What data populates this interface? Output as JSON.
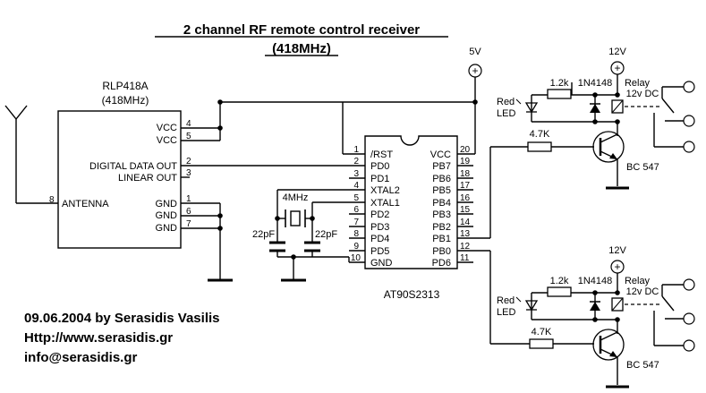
{
  "title": {
    "line1": "2 channel RF remote control receiver",
    "line2": "(418MHz)"
  },
  "module": {
    "name": "RLP418A",
    "freq": "(418MHz)",
    "pins": [
      {
        "num": "4",
        "label": "VCC"
      },
      {
        "num": "5",
        "label": "VCC"
      },
      {
        "num": "2",
        "label": "DIGITAL DATA OUT"
      },
      {
        "num": "3",
        "label": "LINEAR OUT"
      },
      {
        "num": "8",
        "label": "ANTENNA"
      },
      {
        "num": "1",
        "label": "GND"
      },
      {
        "num": "6",
        "label": "GND"
      },
      {
        "num": "7",
        "label": "GND"
      }
    ]
  },
  "mcu": {
    "name": "AT90S2313",
    "left_pins": [
      {
        "num": "1",
        "label": "/RST"
      },
      {
        "num": "2",
        "label": "PD0"
      },
      {
        "num": "3",
        "label": "PD1"
      },
      {
        "num": "4",
        "label": "XTAL2"
      },
      {
        "num": "5",
        "label": "XTAL1"
      },
      {
        "num": "6",
        "label": "PD2"
      },
      {
        "num": "7",
        "label": "PD3"
      },
      {
        "num": "8",
        "label": "PD4"
      },
      {
        "num": "9",
        "label": "PD5"
      },
      {
        "num": "10",
        "label": "GND"
      }
    ],
    "right_pins": [
      {
        "num": "20",
        "label": "VCC"
      },
      {
        "num": "19",
        "label": "PB7"
      },
      {
        "num": "18",
        "label": "PB6"
      },
      {
        "num": "17",
        "label": "PB5"
      },
      {
        "num": "16",
        "label": "PB4"
      },
      {
        "num": "15",
        "label": "PB3"
      },
      {
        "num": "14",
        "label": "PB2"
      },
      {
        "num": "13",
        "label": "PB1"
      },
      {
        "num": "12",
        "label": "PB0"
      },
      {
        "num": "11",
        "label": "PD6"
      }
    ]
  },
  "supply_5v": "5V",
  "crystal": "4MHz",
  "cap_left": "22pF",
  "cap_right": "22pF",
  "channels": [
    {
      "supply": "12V",
      "r_led": "1.2k",
      "diode": "1N4148",
      "relay": "Relay",
      "relay_v": "12v DC",
      "led1": "Red",
      "led2": "LED",
      "r_base": "4.7K",
      "transistor": "BC 547"
    },
    {
      "supply": "12V",
      "r_led": "1.2k",
      "diode": "1N4148",
      "relay": "Relay",
      "relay_v": "12v DC",
      "led1": "Red",
      "led2": "LED",
      "r_base": "4.7K",
      "transistor": "BC 547"
    }
  ],
  "credits": {
    "line1": "09.06.2004 by Serasidis Vasilis",
    "line2": "Http://www.serasidis.gr",
    "line3": "info@serasidis.gr"
  }
}
